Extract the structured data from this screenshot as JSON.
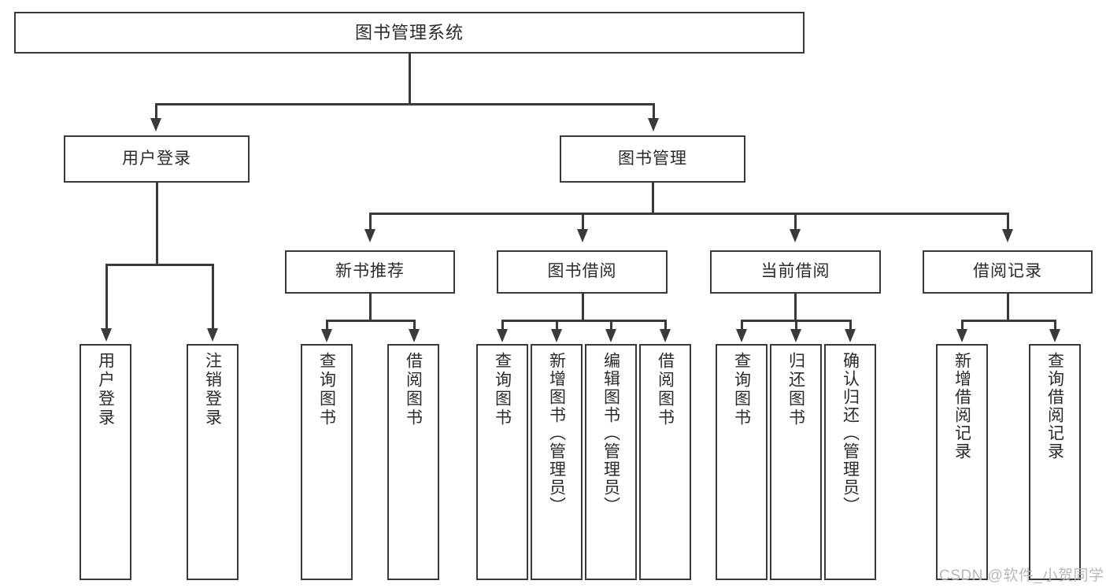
{
  "diagram": {
    "title": "图书管理系统",
    "watermark": "CSDN @软件_小贺同学",
    "colors": {
      "stroke": "#3a3a3a",
      "text": "#2b2b2b",
      "background": "#ffffff",
      "watermark": "#b8b8b8"
    },
    "root": {
      "label": "图书管理系统"
    },
    "level2": [
      {
        "label": "用户登录"
      },
      {
        "label": "图书管理"
      }
    ],
    "level3": [
      {
        "label": "新书推荐"
      },
      {
        "label": "图书借阅"
      },
      {
        "label": "当前借阅"
      },
      {
        "label": "借阅记录"
      }
    ],
    "leaves": {
      "user_login": [
        {
          "label": "用户登录"
        },
        {
          "label": "注销登录"
        }
      ],
      "new_book_recommend": [
        {
          "label": "查询图书"
        },
        {
          "label": "借阅图书"
        }
      ],
      "book_borrow": [
        {
          "label": "查询图书"
        },
        {
          "label": "新增图书（管理员）"
        },
        {
          "label": "编辑图书（管理员）"
        },
        {
          "label": "借阅图书"
        }
      ],
      "current_borrow": [
        {
          "label": "查询图书"
        },
        {
          "label": "归还图书"
        },
        {
          "label": "确认归还（管理员）"
        }
      ],
      "borrow_record": [
        {
          "label": "新增借阅记录"
        },
        {
          "label": "查询借阅记录"
        }
      ]
    }
  }
}
